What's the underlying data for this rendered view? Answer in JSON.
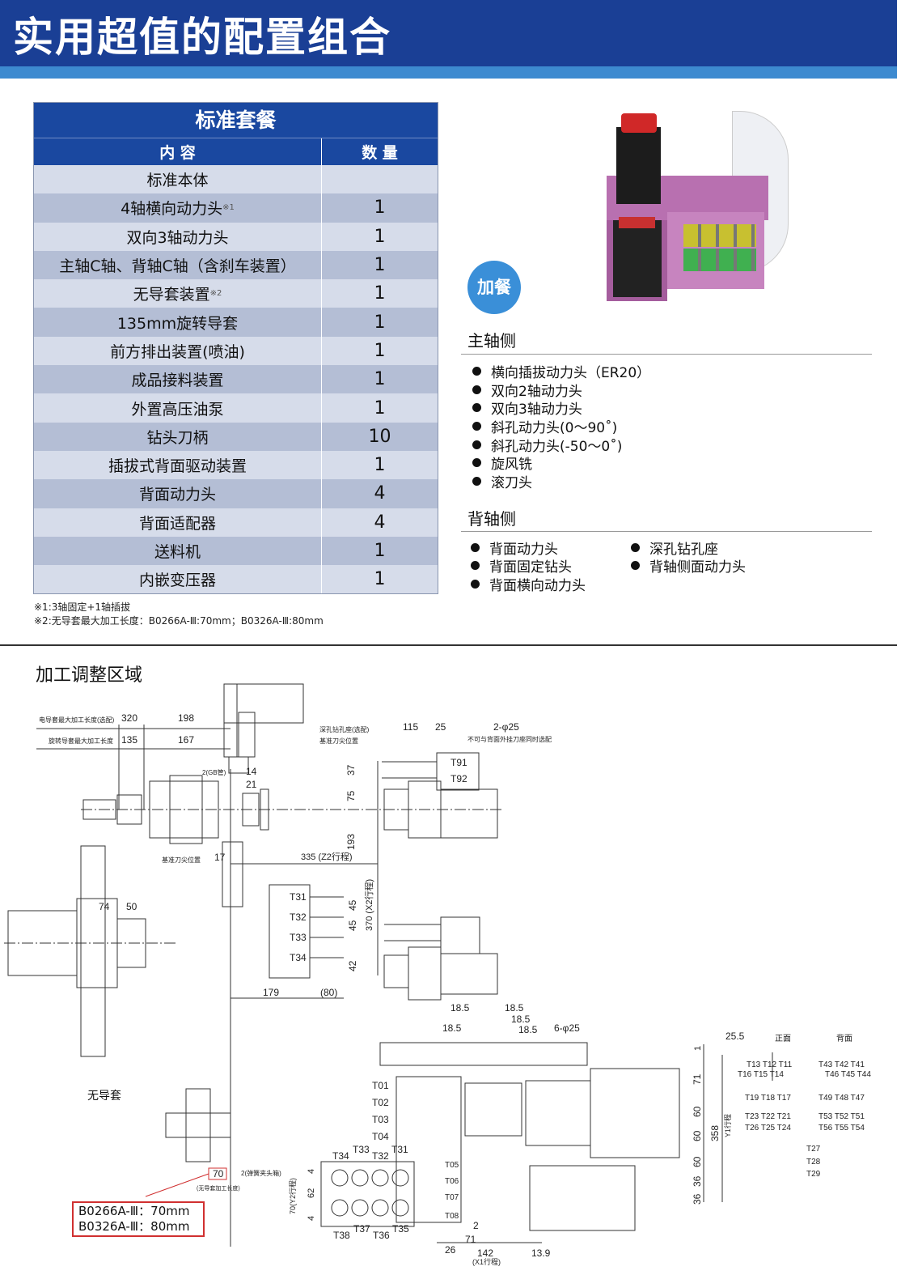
{
  "header": {
    "title": "实用超值的配置组合"
  },
  "table": {
    "title": "标准套餐",
    "col_content": "内 容",
    "col_qty": "数 量",
    "rows": [
      {
        "item": "标准本体",
        "qty": ""
      },
      {
        "item": "4轴横向动力头",
        "note": "※1",
        "qty": "1"
      },
      {
        "item": "双向3轴动力头",
        "qty": "1"
      },
      {
        "item": "主轴C轴、背轴C轴（含刹车装置）",
        "qty": "1"
      },
      {
        "item": "无导套装置",
        "note": "※2",
        "qty": "1"
      },
      {
        "item": "135mm旋转导套",
        "qty": "1"
      },
      {
        "item": "前方排出装置(喷油)",
        "qty": "1"
      },
      {
        "item": "成品接料装置",
        "qty": "1"
      },
      {
        "item": "外置高压油泵",
        "qty": "1"
      },
      {
        "item": "钻头刀柄",
        "qty": "10"
      },
      {
        "item": "插拔式背面驱动装置",
        "qty": "1"
      },
      {
        "item": "背面动力头",
        "qty": "4"
      },
      {
        "item": "背面适配器",
        "qty": "4"
      },
      {
        "item": "送料机",
        "qty": "1"
      },
      {
        "item": "内嵌变压器",
        "qty": "1"
      }
    ],
    "footnotes": [
      "※1:3轴固定+1轴插拔",
      "※2:无导套最大加工长度：B0266A-Ⅲ:70mm；B0326A-Ⅲ:80mm"
    ]
  },
  "options": {
    "badge": "加餐",
    "main_title": "主轴侧",
    "main_items": [
      "横向插拔动力头（ER20）",
      "双向2轴动力头",
      "双向3轴动力头",
      "斜孔动力头(0～90˚)",
      "斜孔动力头(-50～0˚)",
      "旋风铣",
      "滚刀头"
    ],
    "back_title": "背轴侧",
    "back_items_col1": [
      "背面动力头",
      "背面固定钻头",
      "背面横向动力头"
    ],
    "back_items_col2": [
      "深孔钻孔座",
      "背轴侧面动力头"
    ]
  },
  "drawing": {
    "title": "加工调整区域",
    "no_guide_label": "无导套",
    "model_lengths": [
      "B0266A-Ⅲ：70mm",
      "B0326A-Ⅲ：80mm"
    ],
    "labels": [
      "电导套最大加工长度(选配)",
      "320",
      "198",
      "旋转导套最大加工长度",
      "135",
      "167",
      "2(GB管)",
      "14",
      "21",
      "基准刀尖位置",
      "17",
      "335 (Z2行程)",
      "深孔钻孔座(选配)",
      "基准刀尖位置",
      "115",
      "25",
      "2-φ25",
      "不可与背面外挂刀座同时选配",
      "T91",
      "T92",
      "37",
      "75",
      "193",
      "370 (X2行程)",
      "T31",
      "T32",
      "T33",
      "T34",
      "45",
      "45",
      "42",
      "74",
      "50",
      "179",
      "(80)",
      "70",
      "2(弹簧夹头箱)",
      "(无导套加工长度)",
      "18.5",
      "18.5",
      "18.5",
      "18.5",
      "18.5",
      "6-φ25",
      "T01",
      "T02",
      "T03",
      "T04",
      "T05",
      "T06",
      "T07",
      "T08",
      "T34",
      "T33",
      "T32",
      "T31",
      "T38",
      "T37",
      "T36",
      "T35",
      "4",
      "62",
      "4",
      "70(Y2行程)",
      "2",
      "71",
      "26",
      "142",
      "(X1行程)",
      "13.9",
      "25.5",
      "正面",
      "背面",
      "T13  T12  T11",
      "T16  T15  T14",
      "T43  T42  T41",
      "T46  T45  T44",
      "T19  T18  T17",
      "T49  T48  T47",
      "T23  T22  T21",
      "T26  T25  T24",
      "T53  T52  T51",
      "T56  T55  T54",
      "T27",
      "T28",
      "T29",
      "1",
      "71",
      "60",
      "60",
      "60",
      "36",
      "36",
      "358",
      "Y1行程"
    ]
  }
}
